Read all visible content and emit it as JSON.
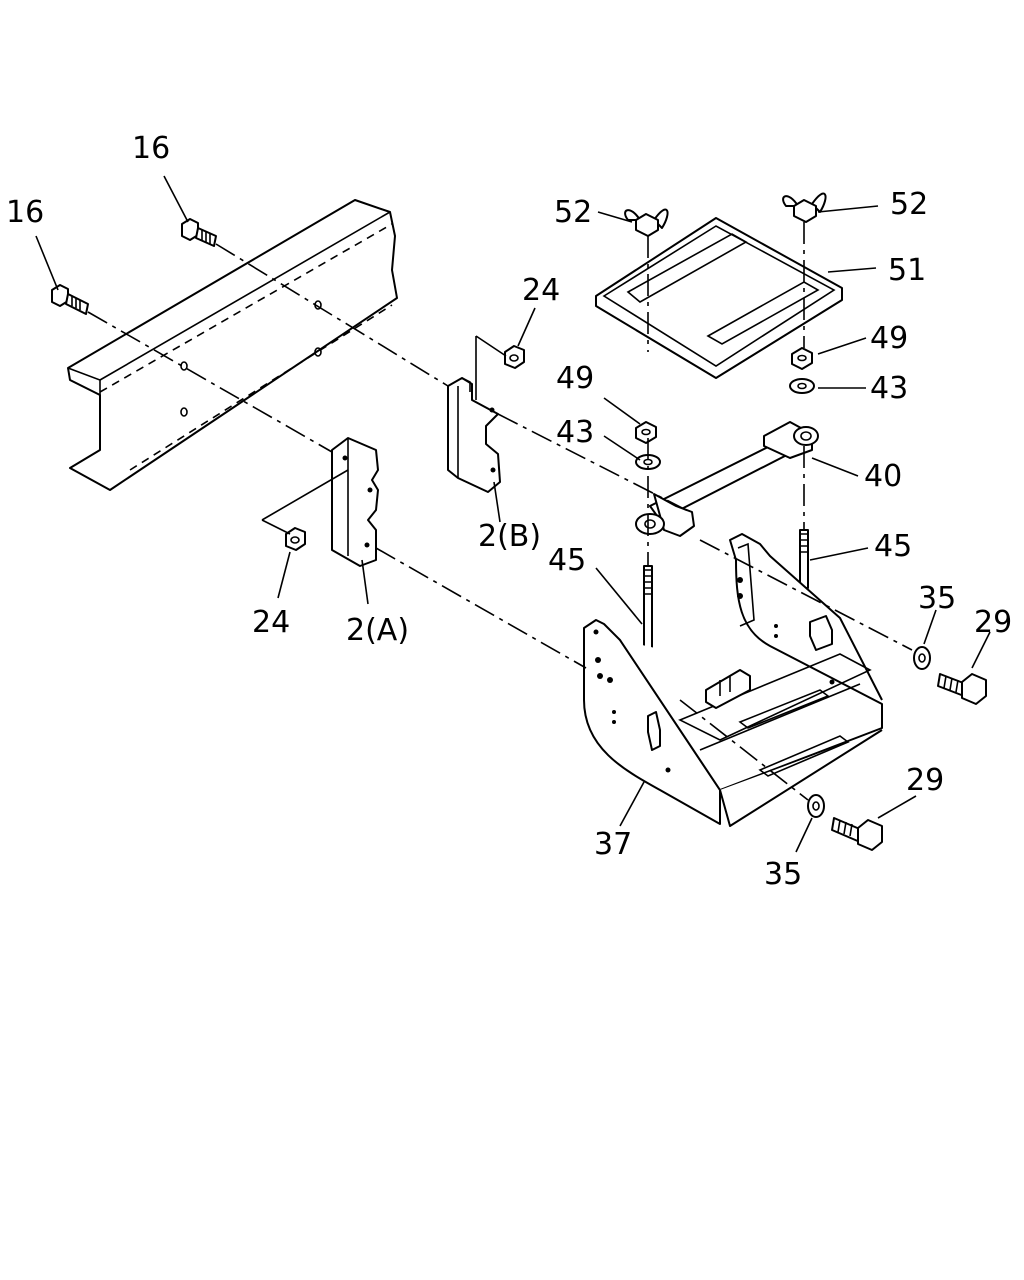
{
  "callouts": {
    "c16a": "16",
    "c16b": "16",
    "c24a": "24",
    "c24b": "24",
    "c2a": "2(A)",
    "c2b": "2(B)",
    "c49a": "49",
    "c43a": "43",
    "c45a": "45",
    "c52a": "52",
    "c52b": "52",
    "c51": "51",
    "c49b": "49",
    "c43b": "43",
    "c40": "40",
    "c45b": "45",
    "c35a": "35",
    "c29a": "29",
    "c37": "37",
    "c29b": "29",
    "c35b": "35"
  }
}
